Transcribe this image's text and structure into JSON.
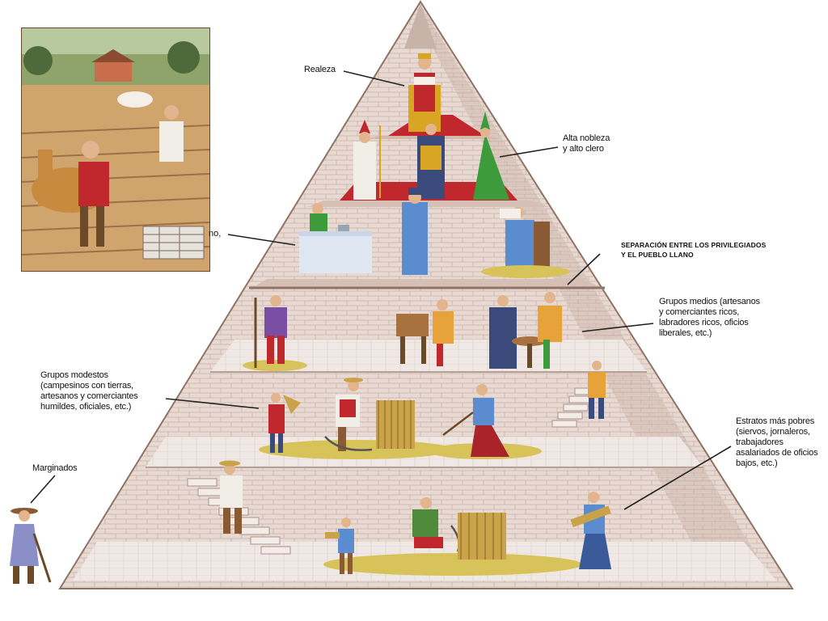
{
  "diagram": {
    "labels": {
      "realeza": "Realeza",
      "alta_nobleza": "Alta nobleza\ny alto clero",
      "cut_fragment": "no,",
      "separacion": "Separación entre los privilegiados\ny el pueblo llano",
      "grupos_medios": "Grupos medios (artesanos\ny comerciantes ricos,\nlabradores ricos, oficios\nliberales, etc.)",
      "grupos_modestos": "Grupos modestos\n(campesinos con tierras,\nartesanos y comerciantes\nhumildes, oficiales, etc.)",
      "marginados": "Marginados",
      "estratos": "Estratos más pobres\n(siervos, jornaleros,\ntrabajadores\nasalariados de oficios\nbajos, etc.)"
    }
  },
  "colors": {
    "stone": "#e7d7cf",
    "stone_dark": "#cdb5aa",
    "floor": "#ece4e0",
    "straw": "#d8c25a",
    "carpet": "#c0282e",
    "gold": "#d9a623"
  }
}
